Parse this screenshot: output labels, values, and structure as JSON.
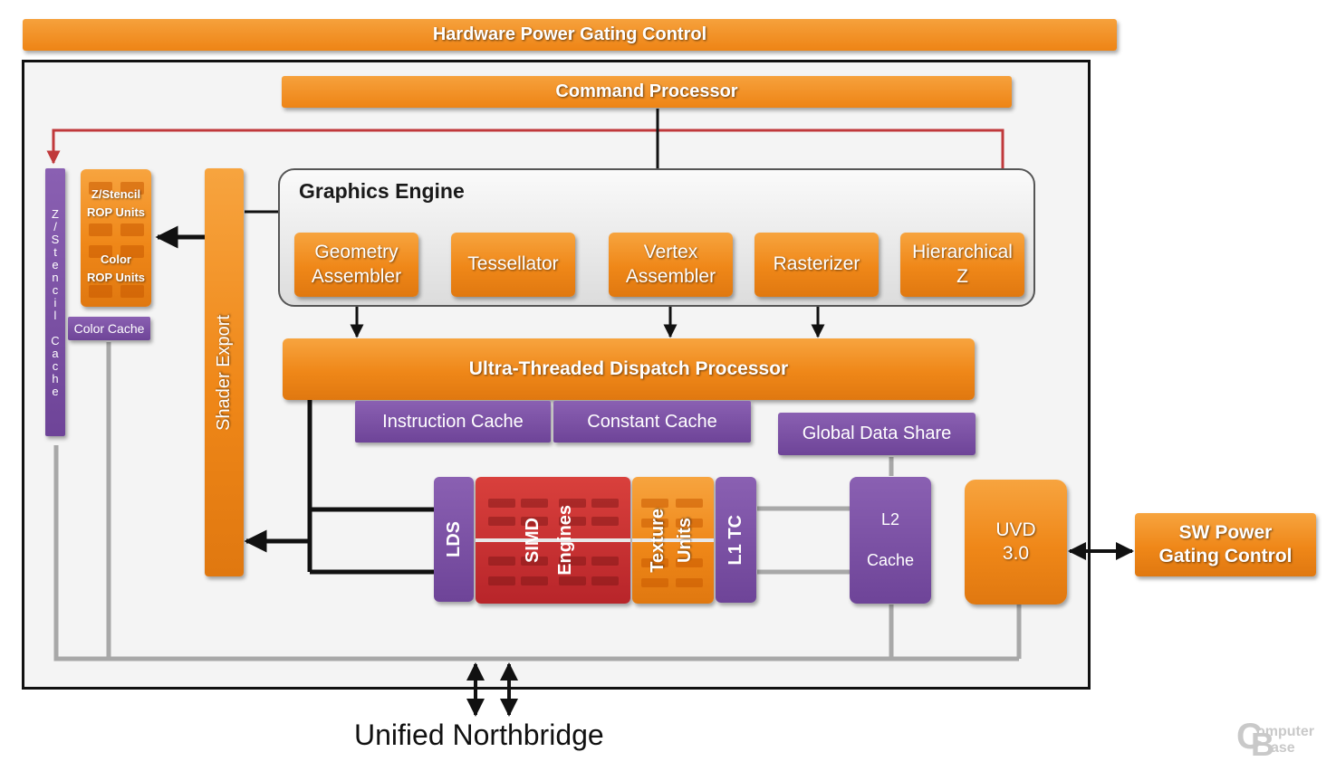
{
  "top_bar": "Hardware Power Gating Control",
  "command_processor": "Command Processor",
  "graphics_engine": {
    "title": "Graphics Engine",
    "geometry_assembler": [
      "Geometry",
      "Assembler"
    ],
    "tessellator": "Tessellator",
    "vertex_assembler": [
      "Vertex",
      "Assembler"
    ],
    "rasterizer": "Rasterizer",
    "hierarchical_z": [
      "Hierarchical",
      "Z"
    ]
  },
  "z_stencil_cache": "Z/Stencil Cache",
  "rop": {
    "z_stencil": [
      "Z/Stencil",
      "ROP Units"
    ],
    "color": [
      "Color",
      "ROP Units"
    ]
  },
  "color_cache": "Color Cache",
  "shader_export": "Shader Export",
  "dispatch_processor": "Ultra-Threaded Dispatch Processor",
  "instruction_cache": "Instruction Cache",
  "constant_cache": "Constant Cache",
  "global_data_share": "Global Data Share",
  "lds": "LDS",
  "simd_engines": [
    "SIMD",
    "Engines"
  ],
  "texture_units": [
    "Texture",
    "Units"
  ],
  "l1_tc": "L1 TC",
  "l2_cache": [
    "L2",
    "Cache"
  ],
  "uvd": [
    "UVD",
    "3.0"
  ],
  "sw_power_gating": [
    "SW Power",
    "Gating Control"
  ],
  "unified_northbridge": "Unified Northbridge",
  "watermark": [
    "omputer",
    "ase"
  ],
  "colors": {
    "orange": "#ef8718",
    "purple": "#7a50a4",
    "red": "#c8302f",
    "feedback_line": "#c0393b",
    "bus": "#a8a8a8"
  }
}
